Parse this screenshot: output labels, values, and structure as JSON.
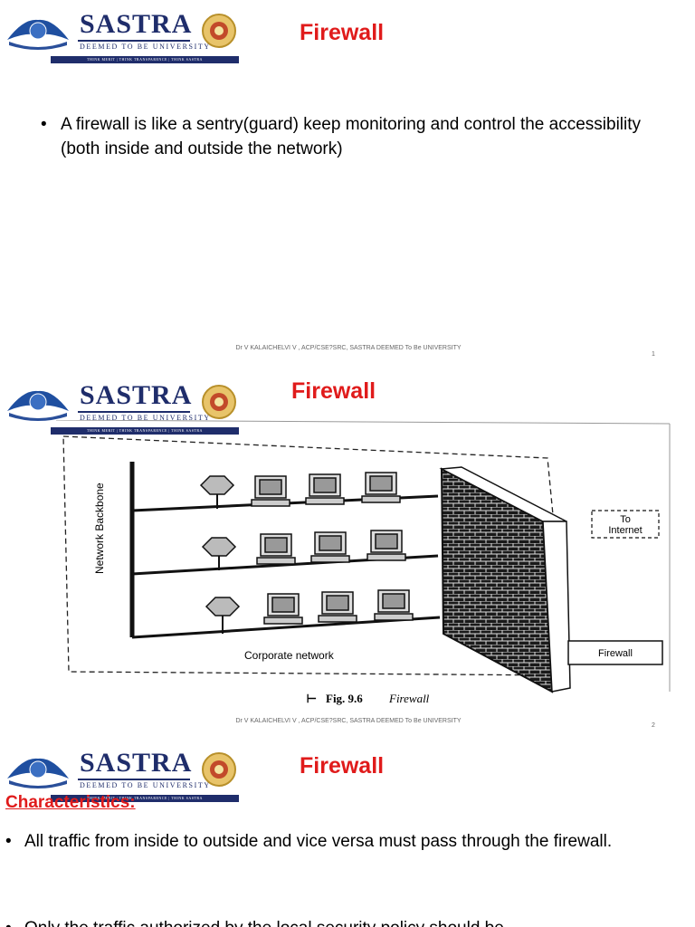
{
  "slides": [
    {
      "title": "Firewall",
      "bullets": [
        "A firewall is like a sentry(guard) keep monitoring and control the accessibility (both inside and outside the network)"
      ],
      "footer": "Dr V KALAICHELVI V , ACP/CSE?SRC, SASTRA DEEMED To Be UNIVERSITY",
      "page": "1"
    },
    {
      "title": "Firewall",
      "figure": {
        "backbone_label": "Network Backbone",
        "corporate_label": "Corporate network",
        "internet_label": "To Internet",
        "firewall_label": "Firewall",
        "caption_fig": "Fig. 9.6",
        "caption_text": "Firewall"
      },
      "footer": "Dr V KALAICHELVI V , ACP/CSE?SRC, SASTRA DEEMED To Be UNIVERSITY",
      "page": "2"
    },
    {
      "title": "Firewall",
      "heading": "Characteristics:",
      "bullets": [
        "All traffic from inside to outside and vice versa must pass through the firewall.",
        "Only the traffic authorized by the local security policy should be"
      ]
    }
  ],
  "logo": {
    "name": "SASTRA",
    "subtitle": "DEEMED TO BE UNIVERSITY",
    "tagline": "THINK MERIT | THINK TRANSPARENCE | THINK SASTRA"
  },
  "colors": {
    "title": "#e01b1b",
    "logo": "#1f2d6b"
  }
}
